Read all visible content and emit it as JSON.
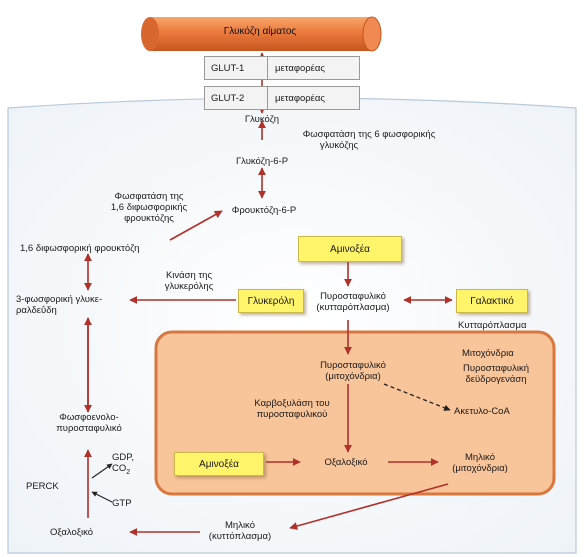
{
  "vessel": {
    "label": "Γλυκόζη αίματος"
  },
  "transporters": [
    {
      "name": "GLUT-1",
      "label": "μεταφορέας"
    },
    {
      "name": "GLUT-2",
      "label": "μεταφορέας"
    }
  ],
  "metabolites": {
    "glucose": "Γλυκόζη",
    "g6p": "Γλυκόζη-6-P",
    "f6p": "Φρουκτόζη-6-P",
    "f16bp": "1,6 διφωσφορική φρουκτόζη",
    "g3p_line1": "3-φωσφορική γλυκε-",
    "g3p_line2": "ραλδεΰδη",
    "pep_line1": "Φωσφοενολο-",
    "pep_line2": "πυροσταφυλικό",
    "pyr_cyto_line1": "Πυροσταφυλικό",
    "pyr_cyto_line2": "(κυτταρόπλασμα)",
    "pyr_mito_line1": "Πυροσταφυλικό",
    "pyr_mito_line2": "(μιτοχόνδρια)",
    "acetylcoa": "Ακετυλο-CoA",
    "oaa_mito": "Οξαλοξικό",
    "malate_mito_line1": "Μηλικό",
    "malate_mito_line2": "(μιτοχόνδρια)",
    "malate_cyto_line1": "Μηλικό",
    "malate_cyto_line2": "(κυττόπλασμα)",
    "oaa_cyto": "Οξαλοξικό",
    "gdp_line1": "GDP,",
    "gdp_line2": "CO",
    "gdp_sub": "2",
    "gtp": "GTP"
  },
  "boxes": {
    "aminoacids_top": "Αμινοξέα",
    "glycerol": "Γλυκερόλη",
    "lactate": "Γαλακτικό",
    "aminoacids_mito": "Αμινοξέα"
  },
  "enzymes": {
    "g6pase_line1": "Φωσφατάση της 6 φωσφορικής",
    "g6pase_line2": "γλυκόζης",
    "fbpase_line1": "Φωσφατάση της",
    "fbpase_line2": "1,6 διφωσφορικής",
    "fbpase_line3": "φρουκτόζης",
    "glyk_line1": "Κινάση της",
    "glyk_line2": "γλυκερόλης",
    "pc_line1": "Καρβοξυλάση του",
    "pc_line2": "πυροσταφυλικού",
    "pdh_line1": "Πυροσταφυλική",
    "pdh_line2": "δεϋδρογενάση",
    "perck": "PERCK"
  },
  "compartments": {
    "cytoplasm": "Κυτταρόπλασμα",
    "mitochondria": "Μιτοχόνδρια"
  },
  "colors": {
    "arrow": "#b0302a",
    "vessel": "#e8743a",
    "mito_fill": "#f8c49a",
    "mito_border": "#d9773e",
    "box": "#fff46a"
  }
}
